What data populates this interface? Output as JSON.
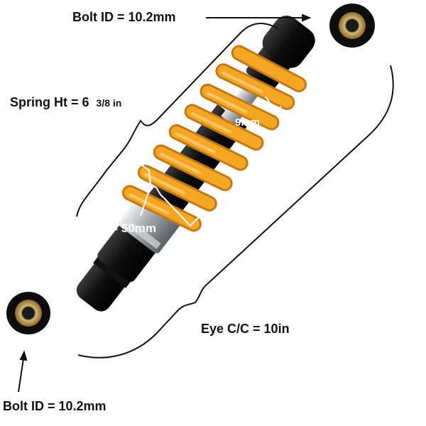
{
  "labels": {
    "bolt_top": "Bolt ID = 10.2mm",
    "spring_height_main": "Spring Ht = 6",
    "spring_height_fraction": "3/8 in",
    "wire_diameter": "9mm",
    "outer_diameter": "OD = 50mm",
    "eye_center_to_center": "Eye C/C = 10in",
    "bolt_bottom": "Bolt ID = 10.2mm"
  },
  "colors": {
    "spring": "#f5a623",
    "spring_shadow": "#c47a12",
    "body": "#141414",
    "chrome": "#bfc3c6",
    "bushing": "#b89a55"
  }
}
